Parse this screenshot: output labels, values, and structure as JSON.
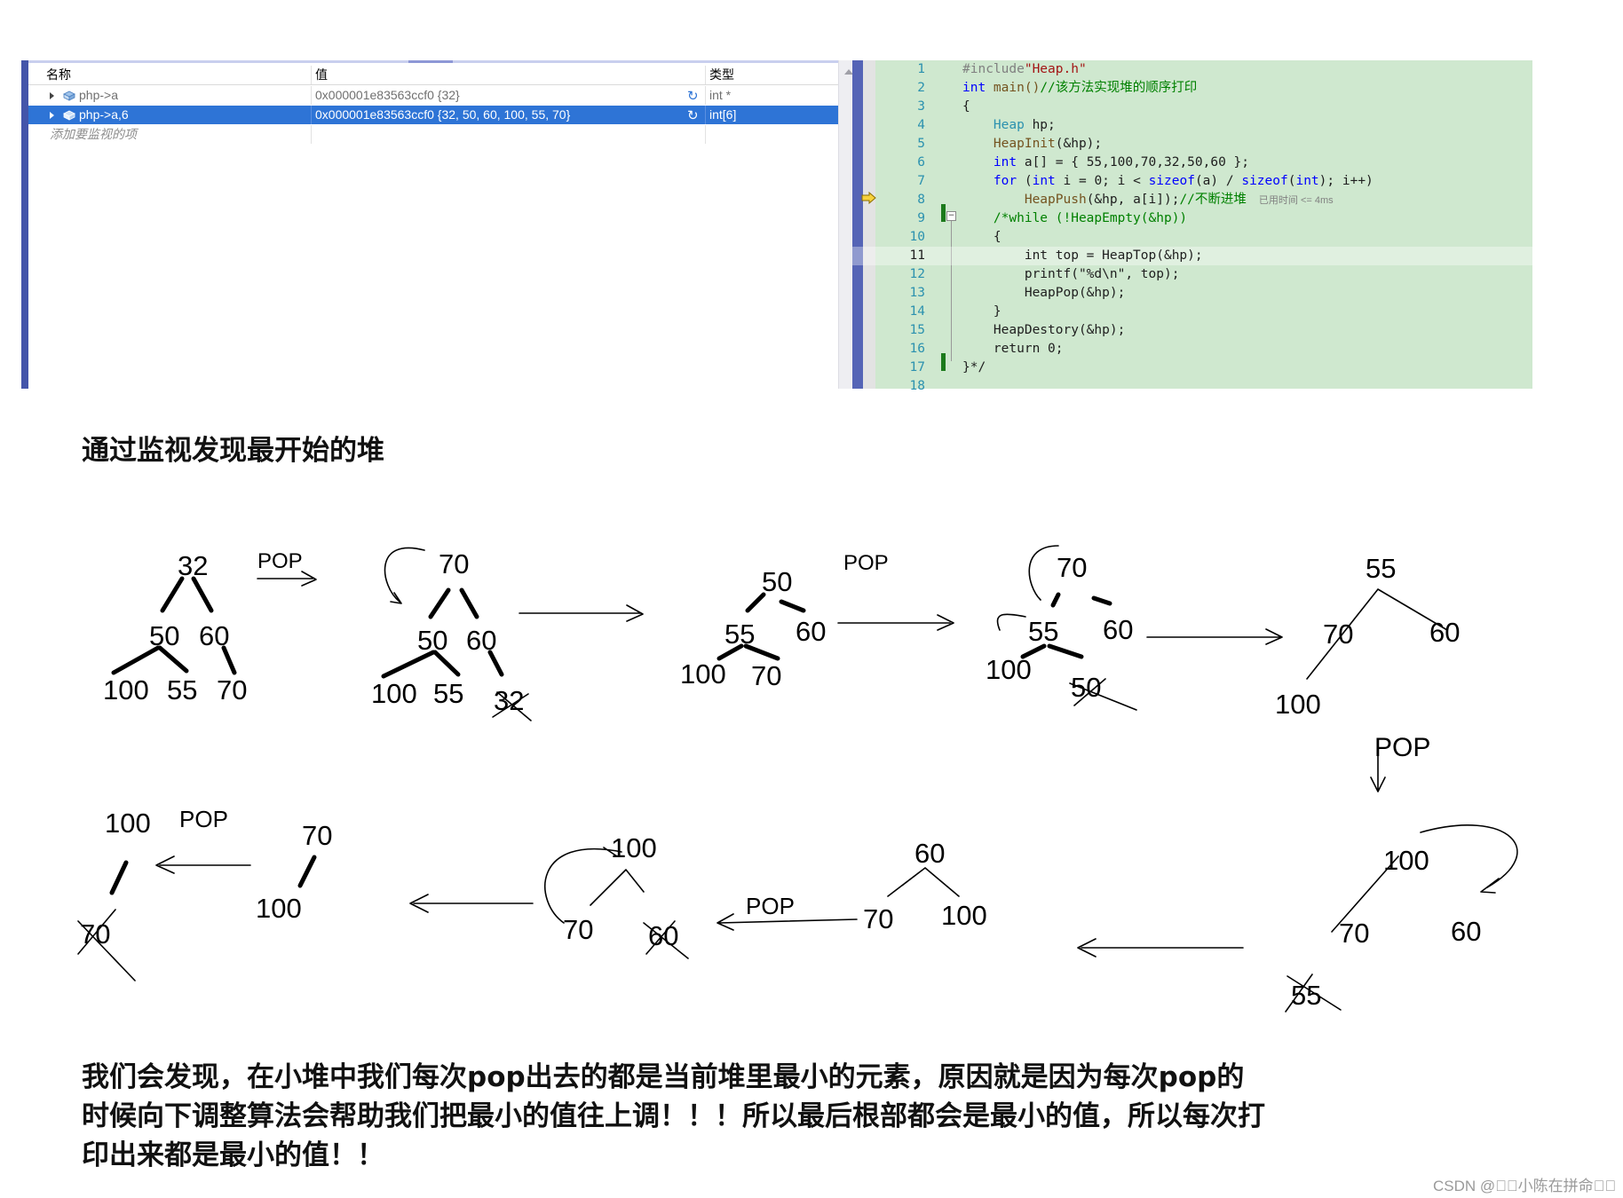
{
  "watch": {
    "columns": {
      "name": "名称",
      "value": "值",
      "type": "类型"
    },
    "rows": [
      {
        "name": "php->a",
        "value": "0x000001e83563ccf0 {32}",
        "type": "int *"
      },
      {
        "name": "php->a,6",
        "value": "0x000001e83563ccf0 {32, 50, 60, 100, 55, 70}",
        "type": "int[6]"
      }
    ],
    "add_placeholder": "添加要监视的项"
  },
  "editor": {
    "line_numbers": [
      "1",
      "2",
      "3",
      "4",
      "5",
      "6",
      "7",
      "8",
      "9",
      "10",
      "11",
      "12",
      "13",
      "14",
      "15",
      "16",
      "17",
      "18"
    ],
    "current_line": "11",
    "elapsed_hint": "已用时间 <= 4ms",
    "lines": {
      "l1": [
        "#include",
        "\"Heap.h\""
      ],
      "l2": [
        "int",
        " main()",
        "//该方法实现堆的顺序打印"
      ],
      "l3": [
        "{"
      ],
      "l4": [
        "    ",
        "Heap",
        " hp;"
      ],
      "l5": [
        "    ",
        "HeapInit",
        "(&hp);"
      ],
      "l6": [
        "    ",
        "int",
        " a[] = { 55,100,70,32,50,60 };"
      ],
      "l7": [
        "    ",
        "for",
        " (",
        "int",
        " i = 0; i < ",
        "sizeof",
        "(a) / ",
        "sizeof",
        "(",
        "int",
        "); i++)"
      ],
      "l8": [
        "        ",
        "HeapPush",
        "(&hp, a[i]);",
        "//不断进堆"
      ],
      "l9": [
        "    ",
        "/*while (!HeapEmpty(&hp))"
      ],
      "l10": [
        "    {"
      ],
      "l11": [
        "        int top = HeapTop(&hp);"
      ],
      "l12": [
        "        printf(\"%d\\n\", top);"
      ],
      "l13": [
        "        HeapPop(&hp);"
      ],
      "l14": [
        "    }"
      ],
      "l15": [
        "    HeapDestory(&hp);"
      ],
      "l16": [
        "    return 0;"
      ],
      "l17": [
        "}*/"
      ]
    }
  },
  "heading": "通过监视发现最开始的堆",
  "diagrams": {
    "pop_label": "POP",
    "tree1": [
      "32",
      "50",
      "60",
      "100",
      "55",
      "70"
    ],
    "tree2": [
      "70",
      "50",
      "60",
      "100",
      "55",
      "32"
    ],
    "tree3": [
      "50",
      "55",
      "60",
      "100",
      "70"
    ],
    "tree4": [
      "70",
      "55",
      "60",
      "100",
      "50"
    ],
    "tree5": [
      "55",
      "70",
      "60",
      "100"
    ],
    "tree6": [
      "100",
      "70",
      "60",
      "55"
    ],
    "tree7": [
      "60",
      "70",
      "100"
    ],
    "tree8": [
      "100",
      "70",
      "60"
    ],
    "tree9": [
      "70",
      "100"
    ],
    "tree10": [
      "100",
      "70"
    ]
  },
  "paragraph": "我们会发现，在小堆中我们每次pop出去的都是当前堆里最小的元素，原因就是因为每次pop的时候向下调整算法会帮助我们把最小的值往上调！！！所以最后根部都会是最小的值，所以每次打印出来都是最小的值！！",
  "watermark": "CSDN @\u0000\u0000小陈在拼命\u0000\u0000",
  "icons": [
    "expand-arrow-icon",
    "object-icon",
    "refresh-icon",
    "execution-arrow-icon",
    "fold-minus-icon"
  ]
}
